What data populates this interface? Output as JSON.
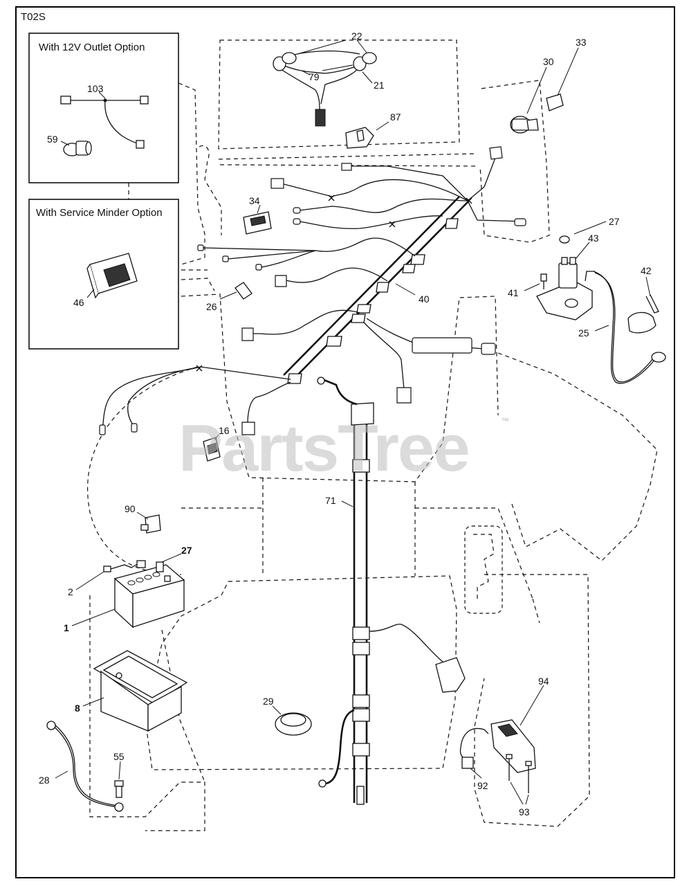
{
  "diagram_code": "T02S",
  "options": {
    "outlet": "With 12V Outlet Option",
    "minder": "With Service Minder Option"
  },
  "watermark": {
    "text": "PartsTree",
    "mark": "™"
  },
  "callouts": {
    "c1": "1",
    "c2": "2",
    "c8": "8",
    "c16": "16",
    "c21": "21",
    "c22": "22",
    "c25": "25",
    "c26": "26",
    "c27a": "27",
    "c27b": "27",
    "c28": "28",
    "c29": "29",
    "c30": "30",
    "c33": "33",
    "c34": "34",
    "c40": "40",
    "c41": "41",
    "c42": "42",
    "c43": "43",
    "c46": "46",
    "c55": "55",
    "c59": "59",
    "c71": "71",
    "c79": "79",
    "c87": "87",
    "c90": "90",
    "c92": "92",
    "c93": "93",
    "c94": "94",
    "c103": "103"
  }
}
